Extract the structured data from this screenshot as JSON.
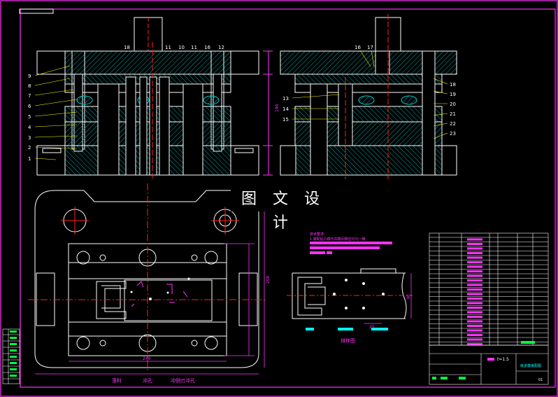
{
  "drawing": {
    "watermark": "图 文 设 计",
    "front_view_callouts": [
      "9",
      "8",
      "7",
      "6",
      "5",
      "4",
      "3",
      "2",
      "1"
    ],
    "top_callouts": [
      "18",
      "11",
      "10",
      "11",
      "16",
      "12"
    ],
    "side_view_callouts_left": [
      "13",
      "14",
      "15"
    ],
    "side_view_callouts_top": [
      "16",
      "17"
    ],
    "side_view_callouts_right": [
      "18",
      "19",
      "20",
      "21",
      "22",
      "23"
    ],
    "plan_caption_items": [
      "落料",
      "冲孔",
      "冲侧刃冲孔"
    ],
    "strip_caption": "排样图",
    "tech_req_title": "技术要求:",
    "tech_req_line1": "1.装配后凸模与凹模间隙应均匀一致",
    "thickness_label": "t=1.5",
    "title_block_name": "级进模装配图",
    "sheet_number": "01",
    "dim_total_height": "190",
    "dim_plan_width": "240",
    "dim_plan_height": "200",
    "dim_strip_pitch": "25",
    "dim_strip_width": "30"
  },
  "colors": {
    "background": "#000000",
    "outline": "#ffffff",
    "centerline": "#ff2020",
    "dimension": "#ff33ff",
    "hatch": "#00ffff",
    "border": "#ff33ff",
    "leader": "#ffff00",
    "spring": "#00cccc"
  }
}
